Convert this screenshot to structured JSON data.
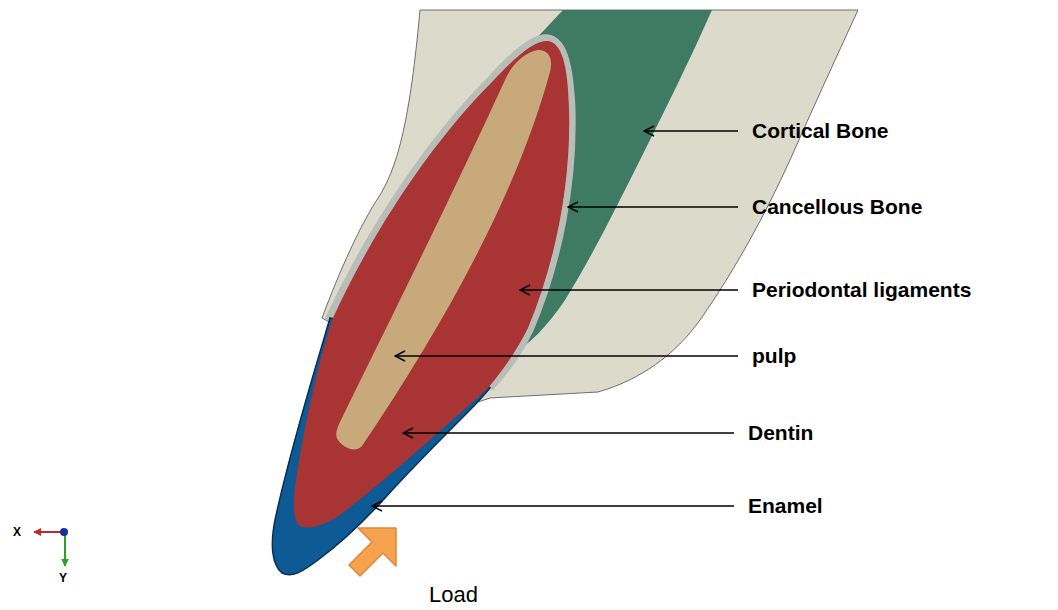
{
  "diagram": {
    "labels": [
      "Cortical Bone",
      "Cancellous Bone",
      "Periodontal ligaments",
      "pulp",
      "Dentin",
      "Enamel",
      "Load",
      "X",
      "Y"
    ]
  }
}
